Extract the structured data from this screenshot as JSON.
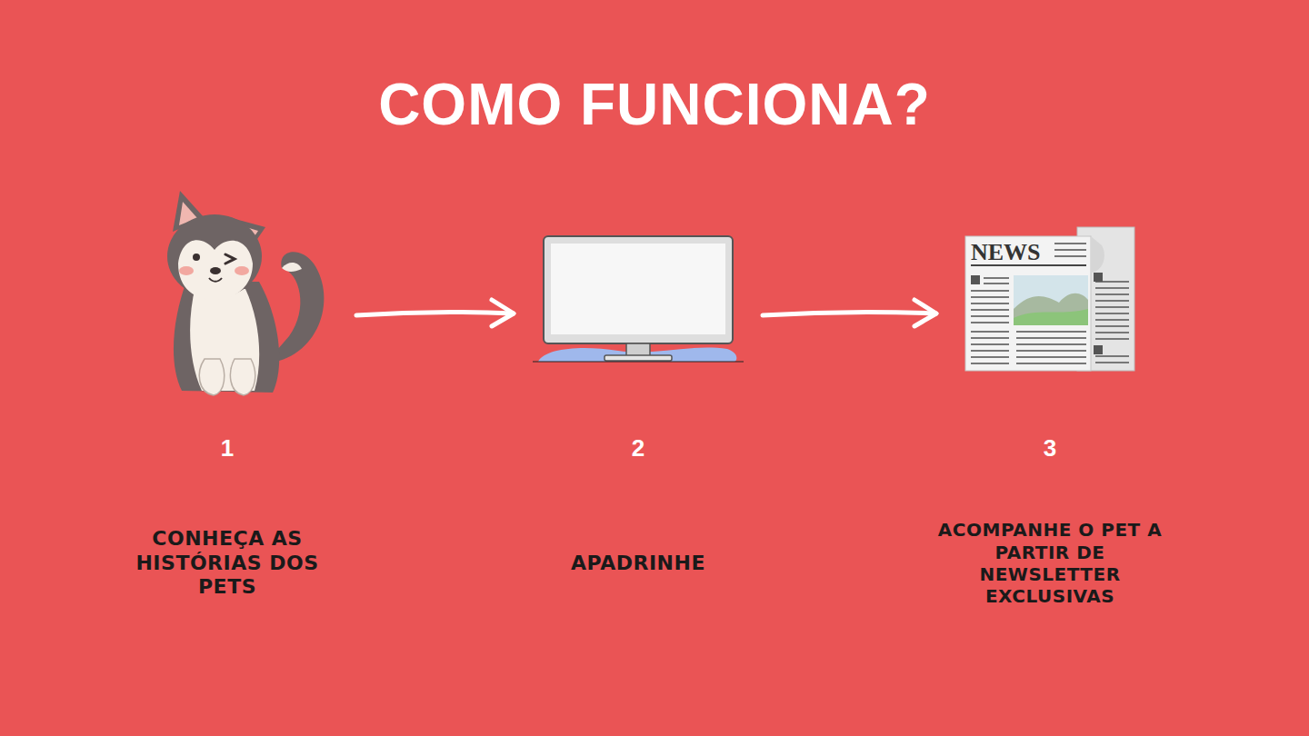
{
  "diagram": {
    "title": "COMO FUNCIONA?",
    "nodes": [
      {
        "text": [
          "1",
          "CONHEÇA AS HISTÓRIAS DOS PETS"
        ]
      },
      {
        "text": [
          "2",
          "APADRINHE"
        ]
      },
      {
        "text": [
          "3",
          "ACOMPANHE O PET A PARTIR DE NEWSLETTER EXCLUSIVAS"
        ]
      }
    ],
    "edges": [
      {
        "from": 0,
        "to": 1,
        "arrow": "to"
      },
      {
        "from": 1,
        "to": 2,
        "arrow": "to"
      }
    ],
    "labels": [
      "NEWS"
    ]
  }
}
